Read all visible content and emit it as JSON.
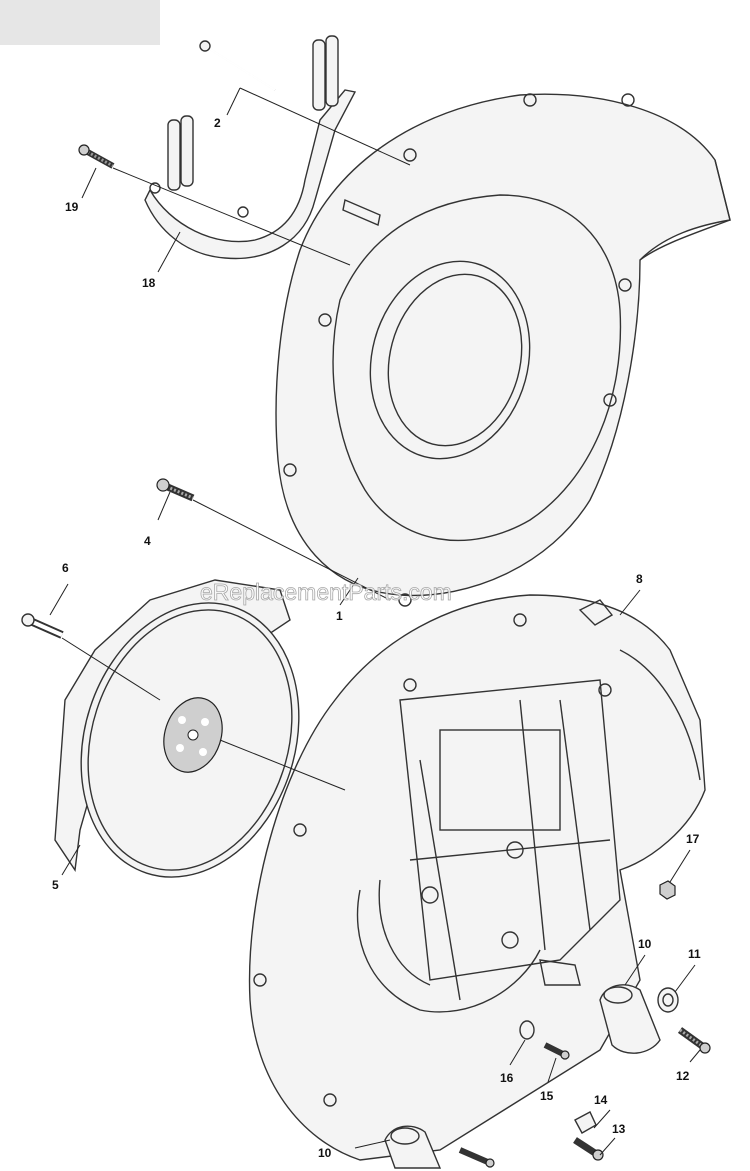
{
  "watermark": "eReplacementParts.com",
  "callouts": {
    "c1": "1",
    "c2": "2",
    "c4": "4",
    "c5": "5",
    "c6": "6",
    "c8": "8",
    "c10a": "10",
    "c10b": "10",
    "c11": "11",
    "c12": "12",
    "c13": "13",
    "c14": "14",
    "c15": "15",
    "c16": "16",
    "c17": "17",
    "c18": "18",
    "c19": "19"
  }
}
